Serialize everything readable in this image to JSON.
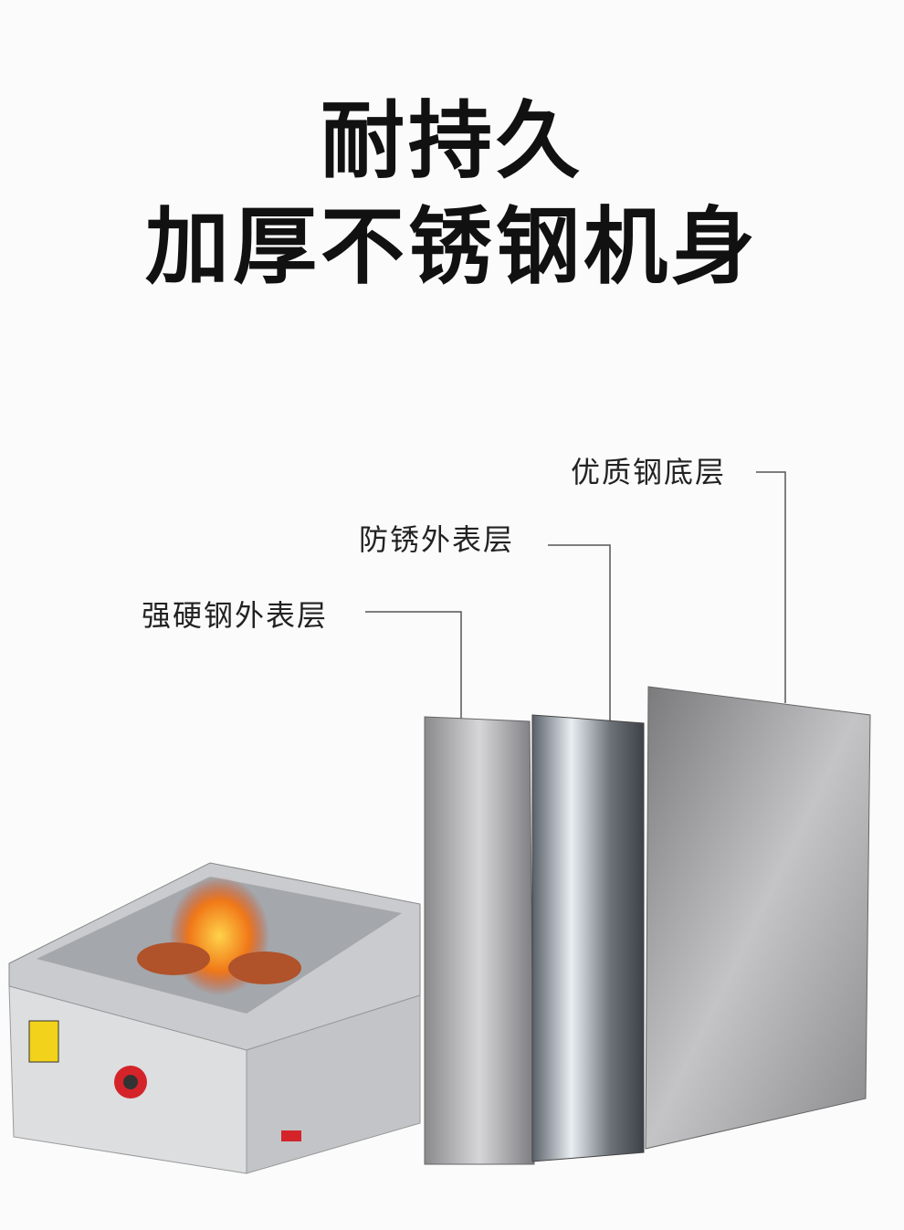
{
  "headline": {
    "line1": "耐持久",
    "line2": "加厚不锈钢机身"
  },
  "layers": [
    {
      "label": "优质钢底层"
    },
    {
      "label": "防锈外表层"
    },
    {
      "label": "强硬钢外表层"
    }
  ]
}
